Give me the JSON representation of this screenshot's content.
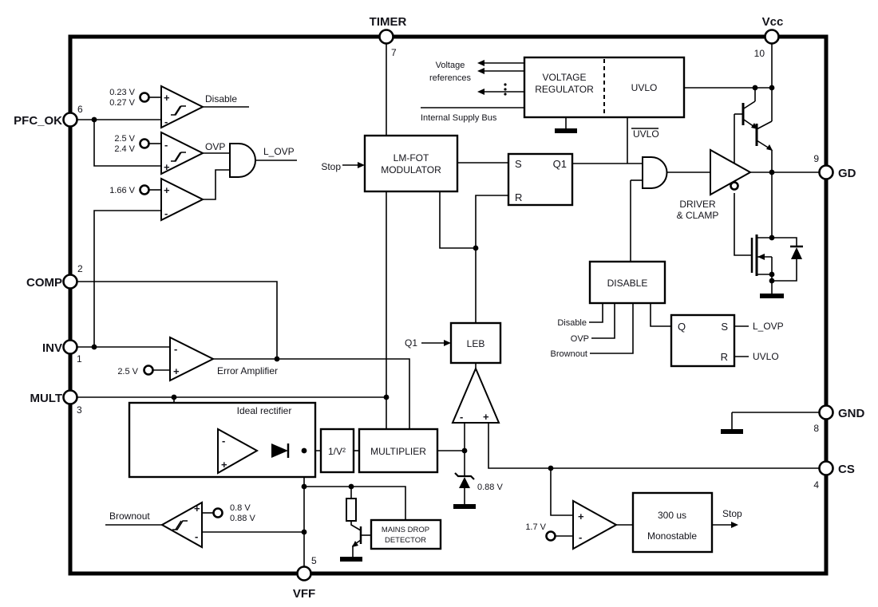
{
  "pins": {
    "timer": {
      "label": "TIMER",
      "num": "7"
    },
    "vcc": {
      "label": "Vcc",
      "num": "10"
    },
    "pfc_ok": {
      "label": "PFC_OK",
      "num": "6"
    },
    "comp": {
      "label": "COMP",
      "num": "2"
    },
    "inv": {
      "label": "INV",
      "num": "1"
    },
    "mult": {
      "label": "MULT",
      "num": "3"
    },
    "gd": {
      "label": "GD",
      "num": "9"
    },
    "gnd": {
      "label": "GND",
      "num": "8"
    },
    "cs": {
      "label": "CS",
      "num": "4"
    },
    "vff": {
      "label": "VFF",
      "num": "5"
    }
  },
  "blocks": {
    "vreg": {
      "l1": "VOLTAGE",
      "l2": "REGULATOR",
      "uvlo": "UVLO"
    },
    "lmfot": {
      "l1": "LM-FOT",
      "l2": "MODULATOR"
    },
    "pwm_latch": {
      "s": "S",
      "q": "Q1",
      "r": "R"
    },
    "driver": {
      "l1": "DRIVER",
      "l2": "& CLAMP"
    },
    "disable": {
      "title": "DISABLE"
    },
    "fault_latch": {
      "q": "Q",
      "s": "S",
      "r": "R"
    },
    "leb": {
      "title": "LEB"
    },
    "multiplier": {
      "title": "MULTIPLIER"
    },
    "inv_squarer": {
      "title": "1/V²"
    },
    "ideal_rectifier": {
      "title": "Ideal rectifier"
    },
    "mains_drop": {
      "l1": "MAINS DROP",
      "l2": "DETECTOR"
    },
    "monostable": {
      "l1": "300 us",
      "l2": "Monostable"
    },
    "error_amp": {
      "title": "Error Amplifier"
    }
  },
  "signals": {
    "disable_out": "Disable",
    "ovp": "OVP",
    "l_ovp": "L_OVP",
    "stop_in": "Stop",
    "q1": "Q1",
    "uvlo_bar": "UVLO",
    "volt_ref_l1": "Voltage",
    "volt_ref_l2": "references",
    "supply_bus": "Internal Supply Bus",
    "dis_in": "Disable",
    "ovp_in": "OVP",
    "brownout_in": "Brownout",
    "latch_set": "L_OVP",
    "latch_reset": "UVLO",
    "brownout_out": "Brownout",
    "stop_out": "Stop"
  },
  "refs": {
    "v023": "0.23 V",
    "v027": "0.27 V",
    "v25": "2.5 V",
    "v24": "2.4 V",
    "v166": "1.66 V",
    "ea_ref": "2.5 V",
    "cs_clamp": "0.88 V",
    "bo_high": "0.8 V",
    "bo_low": "0.88 V",
    "restart": "1.7 V"
  },
  "sym": {
    "plus": "+",
    "minus": "-"
  }
}
